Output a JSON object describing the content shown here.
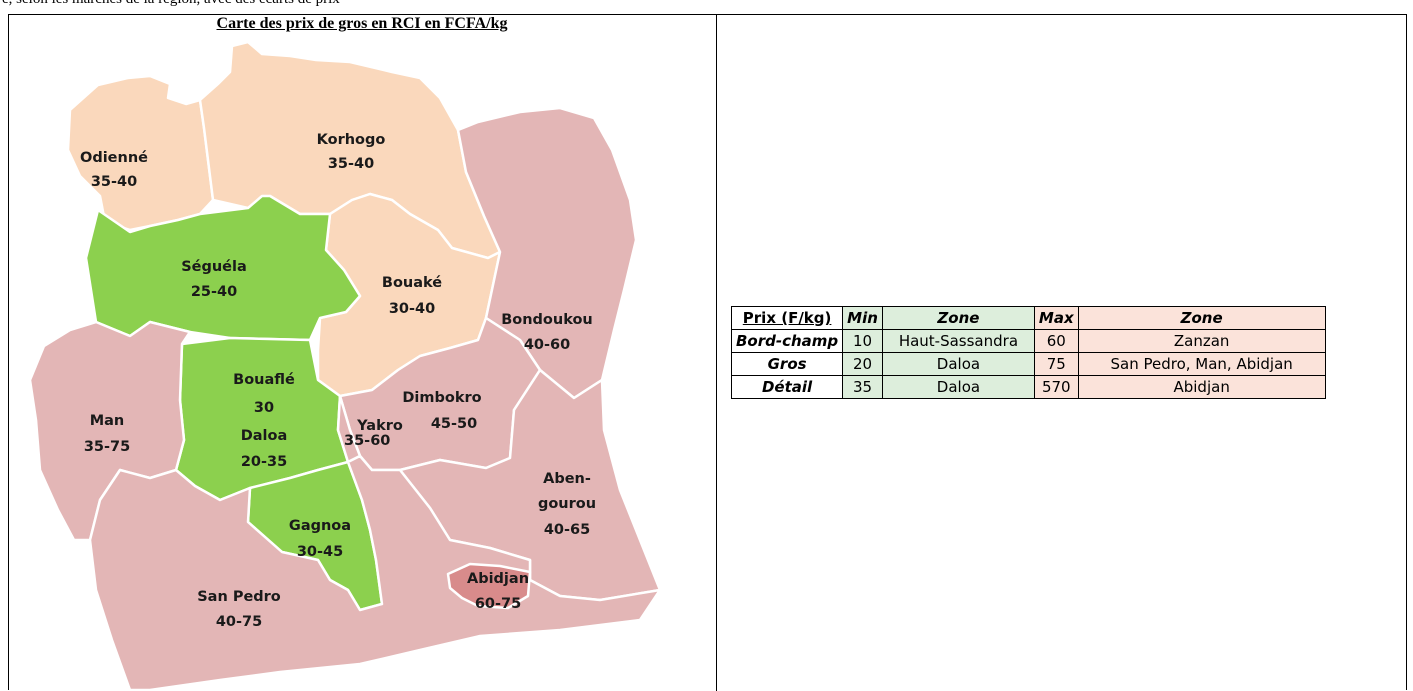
{
  "header_strip": "e, selon les marchés de la région, avec des écarts de prix",
  "map": {
    "title": "Carte des prix de gros en RCI en FCFA/kg",
    "colors": {
      "north": "#fad8bc",
      "green": "#8cd04e",
      "south": "#e3b6b6",
      "abidjan": "#d88b8b"
    },
    "regions": [
      {
        "id": "odienne",
        "name": "Odienné",
        "price": "35-40",
        "zone": "north"
      },
      {
        "id": "korhogo",
        "name": "Korhogo",
        "price": "35-40",
        "zone": "north"
      },
      {
        "id": "bouake",
        "name": "Bouaké",
        "price": "30-40",
        "zone": "north"
      },
      {
        "id": "seguela",
        "name": "Séguéla",
        "price": "25-40",
        "zone": "green"
      },
      {
        "id": "bouafle",
        "name": "Bouaflé",
        "price": "30",
        "zone": "green"
      },
      {
        "id": "daloa",
        "name": "Daloa",
        "price": "20-35",
        "zone": "green"
      },
      {
        "id": "gagnoa",
        "name": "Gagnoa",
        "price": "30-45",
        "zone": "green"
      },
      {
        "id": "bondoukou",
        "name": "Bondoukou",
        "price": "40-60",
        "zone": "south"
      },
      {
        "id": "man",
        "name": "Man",
        "price": "35-75",
        "zone": "south"
      },
      {
        "id": "dimbokro",
        "name": "Dimbokro",
        "price": "45-50",
        "zone": "south"
      },
      {
        "id": "yakro",
        "name": "Yakro",
        "price": "35-60",
        "zone": "south"
      },
      {
        "id": "abengourou",
        "name": "Aben-\ngourou",
        "price": "40-65",
        "zone": "south"
      },
      {
        "id": "san-pedro",
        "name": "San Pedro",
        "price": "40-75",
        "zone": "south"
      },
      {
        "id": "abidjan",
        "name": "Abidjan",
        "price": "60-75",
        "zone": "abidjan"
      }
    ]
  },
  "table": {
    "headers": [
      "Prix (F/kg)",
      "Min",
      "Zone",
      "Max",
      "Zone"
    ],
    "rows": [
      {
        "label": "Bord-champ",
        "min": "10",
        "min_zone": "Haut-Sassandra",
        "max": "60",
        "max_zone": "Zanzan"
      },
      {
        "label": "Gros",
        "min": "20",
        "min_zone": "Daloa",
        "max": "75",
        "max_zone": "San Pedro, Man, Abidjan"
      },
      {
        "label": "Détail",
        "min": "35",
        "min_zone": "Daloa",
        "max": "570",
        "max_zone": "Abidjan"
      }
    ],
    "colors": {
      "min_bg": "#ddeedc",
      "max_bg": "#fbe3da"
    }
  }
}
